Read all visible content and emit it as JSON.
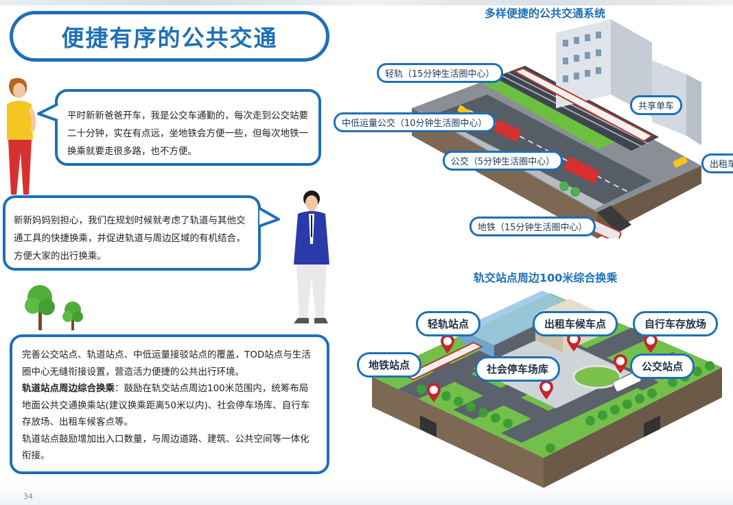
{
  "page": {
    "title": "便捷有序的公共交通",
    "page_number": "34"
  },
  "dialog": {
    "father": "平时新新爸爸开车，我是公交车通勤的，每次走到公交站要二十分钟，实在有点远，坐地铁会方便一些，但每次地铁一换乘就要走很多路，也不方便。",
    "planner": "新新妈妈别担心，我们在规划时候就考虑了轨道与其他交通工具的快捷换乘，并促进轨道与周边区域的有机结合，方便大家的出行换乘。"
  },
  "summary": {
    "p1": "完善公交站点、轨道站点、中低运量接驳站点的覆盖，TOD站点与生活圈中心无缝衔接设置，营造活力便捷的公共出行环境。",
    "p2_bold": "轨道站点周边综合换乘",
    "p2_text": "：鼓励在轨交站点周边100米范围内，统筹布局地面公共交通换乘站(建议换乘距离50米以内)、社会停车场库、自行车存放场、出租车候客点等。",
    "p3": "轨道站点鼓励增加出入口数量，与周边道路、建筑、公共空间等一体化衔接。"
  },
  "system_diagram": {
    "title": "多样便捷的公共交通系统",
    "labels": {
      "light_rail": "轻轨（15分钟生活圈中心）",
      "medium_bus": "中低运量公交（10分钟生活圈中心）",
      "bus": "公交（5分钟生活圈中心）",
      "metro": "地铁（15分钟生活圈中心）",
      "bike_share": "共享单车",
      "taxi": "出租车"
    }
  },
  "interchange_diagram": {
    "title": "轨交站点周边100米综合换乘",
    "labels": {
      "light_rail_station": "轻轨站点",
      "taxi_stand": "出租车候车点",
      "bike_parking": "自行车存放场",
      "metro_station": "地铁站点",
      "parking": "社会停车场库",
      "bus_stop": "公交站点"
    }
  },
  "colors": {
    "accent": "#1d6fb8",
    "pin_red": "#c8242c"
  }
}
